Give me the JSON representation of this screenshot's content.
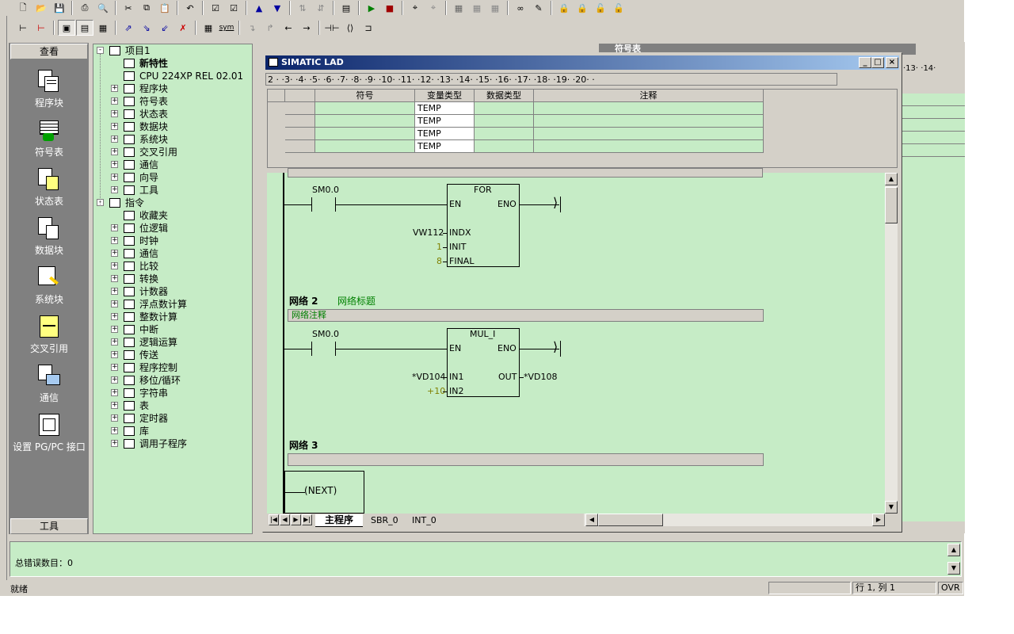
{
  "toolbar": {
    "row2_sym_label": "sym"
  },
  "nav": {
    "header": "查看",
    "footer": "工具",
    "items": [
      {
        "label": "程序块",
        "icon": "program-block-icon"
      },
      {
        "label": "符号表",
        "icon": "symbol-table-icon"
      },
      {
        "label": "状态表",
        "icon": "status-table-icon"
      },
      {
        "label": "数据块",
        "icon": "data-block-icon"
      },
      {
        "label": "系统块",
        "icon": "system-block-icon"
      },
      {
        "label": "交叉引用",
        "icon": "cross-reference-icon"
      },
      {
        "label": "通信",
        "icon": "communication-icon"
      },
      {
        "label": "设置 PG/PC 接口",
        "icon": "pgpc-interface-icon"
      }
    ]
  },
  "tree": {
    "project": "项目1",
    "new_features": "新特性",
    "cpu": "CPU 224XP REL 02.01",
    "project_items": [
      "程序块",
      "符号表",
      "状态表",
      "数据块",
      "系统块",
      "交叉引用",
      "通信",
      "向导",
      "工具"
    ],
    "instructions": "指令",
    "instruction_items": [
      "收藏夹",
      "位逻辑",
      "时钟",
      "通信",
      "比较",
      "转换",
      "计数器",
      "浮点数计算",
      "整数计算",
      "中断",
      "逻辑运算",
      "传送",
      "程序控制",
      "移位/循环",
      "字符串",
      "表",
      "定时器",
      "库",
      "调用子程序"
    ]
  },
  "background_window": {
    "title": "符号表",
    "ruler": "·13· ·14·"
  },
  "window": {
    "title": "SIMATIC LAD",
    "ruler": "2 · ·3· ·4· ·5· ·6· ·7· ·8· ·9· ·10· ·11· ·12· ·13· ·14· ·15· ·16· ·17· ·18· ·19· ·20· ·",
    "var_table": {
      "headers": [
        "符号",
        "变量类型",
        "数据类型",
        "注释"
      ],
      "rows": [
        "TEMP",
        "TEMP",
        "TEMP",
        "TEMP"
      ]
    },
    "networks": {
      "n1_contact": "SM0.0",
      "n1_box_title": "FOR",
      "n1_en": "EN",
      "n1_eno": "ENO",
      "n1_indx": "INDX",
      "n1_init": "INIT",
      "n1_final": "FINAL",
      "n1_indx_val": "VW112",
      "n1_init_val": "1",
      "n1_final_val": "8",
      "n2_label": "网络 2",
      "n2_title": "网络标题",
      "n2_comment": "网络注释",
      "n2_contact": "SM0.0",
      "n2_box_title": "MUL_I",
      "n2_en": "EN",
      "n2_eno": "ENO",
      "n2_in1": "IN1",
      "n2_in2": "IN2",
      "n2_out": "OUT",
      "n2_in1_val": "*VD104",
      "n2_in2_val": "+10",
      "n2_out_val": "*VD108",
      "n3_label": "网络 3",
      "n3_coil": "NEXT"
    },
    "tabs": [
      "主程序",
      "SBR_0",
      "INT_0"
    ]
  },
  "output": {
    "text": "总错误数目：0"
  },
  "statusbar": {
    "ready": "就绪",
    "position": "行 1, 列 1",
    "mode": "OVR"
  },
  "colors": {
    "editor_bg": "#c6ecc6",
    "title_start": "#0a246a",
    "title_end": "#a6caf0",
    "window_bg": "#d4d0c8",
    "param_green": "#808000"
  }
}
